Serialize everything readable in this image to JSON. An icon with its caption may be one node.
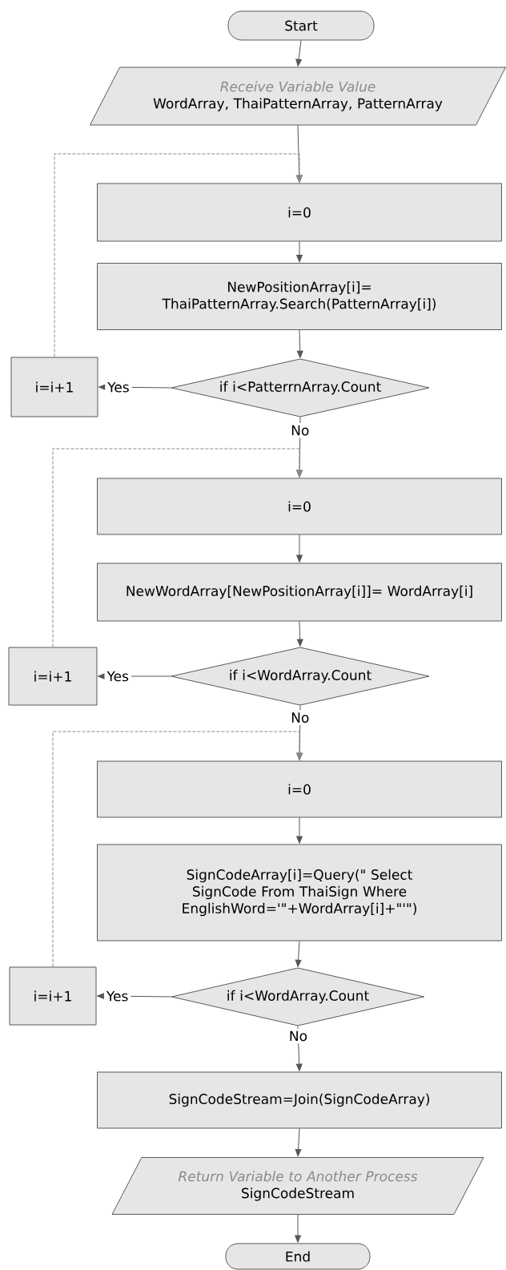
{
  "diagram": {
    "nodes": [
      {
        "text": [
          "Start"
        ]
      },
      {
        "text": [
          "Receive Variable Value",
          "WordArray, ThaiPatternArray, PatternArray"
        ]
      },
      {
        "text": [
          "i=0"
        ]
      },
      {
        "text": [
          "NewPositionArray[i]= ThaiPatternArray.Search(PatternArray[i])"
        ]
      },
      {
        "text": [
          "if i<PatterrnArray.Count"
        ]
      },
      {
        "text": [
          "i=i+1"
        ]
      },
      {
        "text": [
          "i=0"
        ]
      },
      {
        "text": [
          "NewWordArray[NewPositionArray[i]]= WordArray[i]"
        ]
      },
      {
        "text": [
          "if i<WordArray.Count"
        ]
      },
      {
        "text": [
          "i=i+1"
        ]
      },
      {
        "text": [
          "i=0"
        ]
      },
      {
        "text": [
          "SignCodeArray[i]=Query(\" Select SignCode From ThaiSign Where EnglishWord='\"+WordArray[i]+\"'\")"
        ]
      },
      {
        "text": [
          "if i<WordArray.Count"
        ]
      },
      {
        "text": [
          "i=i+1"
        ]
      },
      {
        "text": [
          "SignCodeStream=Join(SignCodeArray)"
        ]
      },
      {
        "text": [
          "Return Variable to Another Process",
          "SignCodeStream"
        ]
      },
      {
        "text": [
          "End"
        ]
      }
    ],
    "edges": [
      {
        "from": 0,
        "to": 1,
        "arrow": "to"
      },
      {
        "from": 1,
        "to": 2,
        "arrow": "to"
      },
      {
        "from": 2,
        "to": 3,
        "arrow": "to"
      },
      {
        "from": 3,
        "to": 4,
        "arrow": "to"
      },
      {
        "from": 4,
        "to": 5,
        "arrow": "to",
        "label": "Yes"
      },
      {
        "from": 5,
        "to": 2,
        "arrow": "to",
        "style": "dashed"
      },
      {
        "from": 4,
        "to": 6,
        "arrow": "to",
        "label": "No"
      },
      {
        "from": 6,
        "to": 7,
        "arrow": "to"
      },
      {
        "from": 7,
        "to": 8,
        "arrow": "to"
      },
      {
        "from": 8,
        "to": 9,
        "arrow": "to",
        "label": "Yes"
      },
      {
        "from": 9,
        "to": 6,
        "arrow": "to",
        "style": "dashed"
      },
      {
        "from": 8,
        "to": 10,
        "arrow": "to",
        "label": "No"
      },
      {
        "from": 10,
        "to": 11,
        "arrow": "to"
      },
      {
        "from": 11,
        "to": 12,
        "arrow": "to"
      },
      {
        "from": 12,
        "to": 13,
        "arrow": "to",
        "label": "Yes"
      },
      {
        "from": 13,
        "to": 10,
        "arrow": "to",
        "style": "dashed"
      },
      {
        "from": 12,
        "to": 14,
        "arrow": "to",
        "label": "No"
      },
      {
        "from": 14,
        "to": 15,
        "arrow": "to"
      },
      {
        "from": 15,
        "to": 16,
        "arrow": "to"
      }
    ]
  }
}
